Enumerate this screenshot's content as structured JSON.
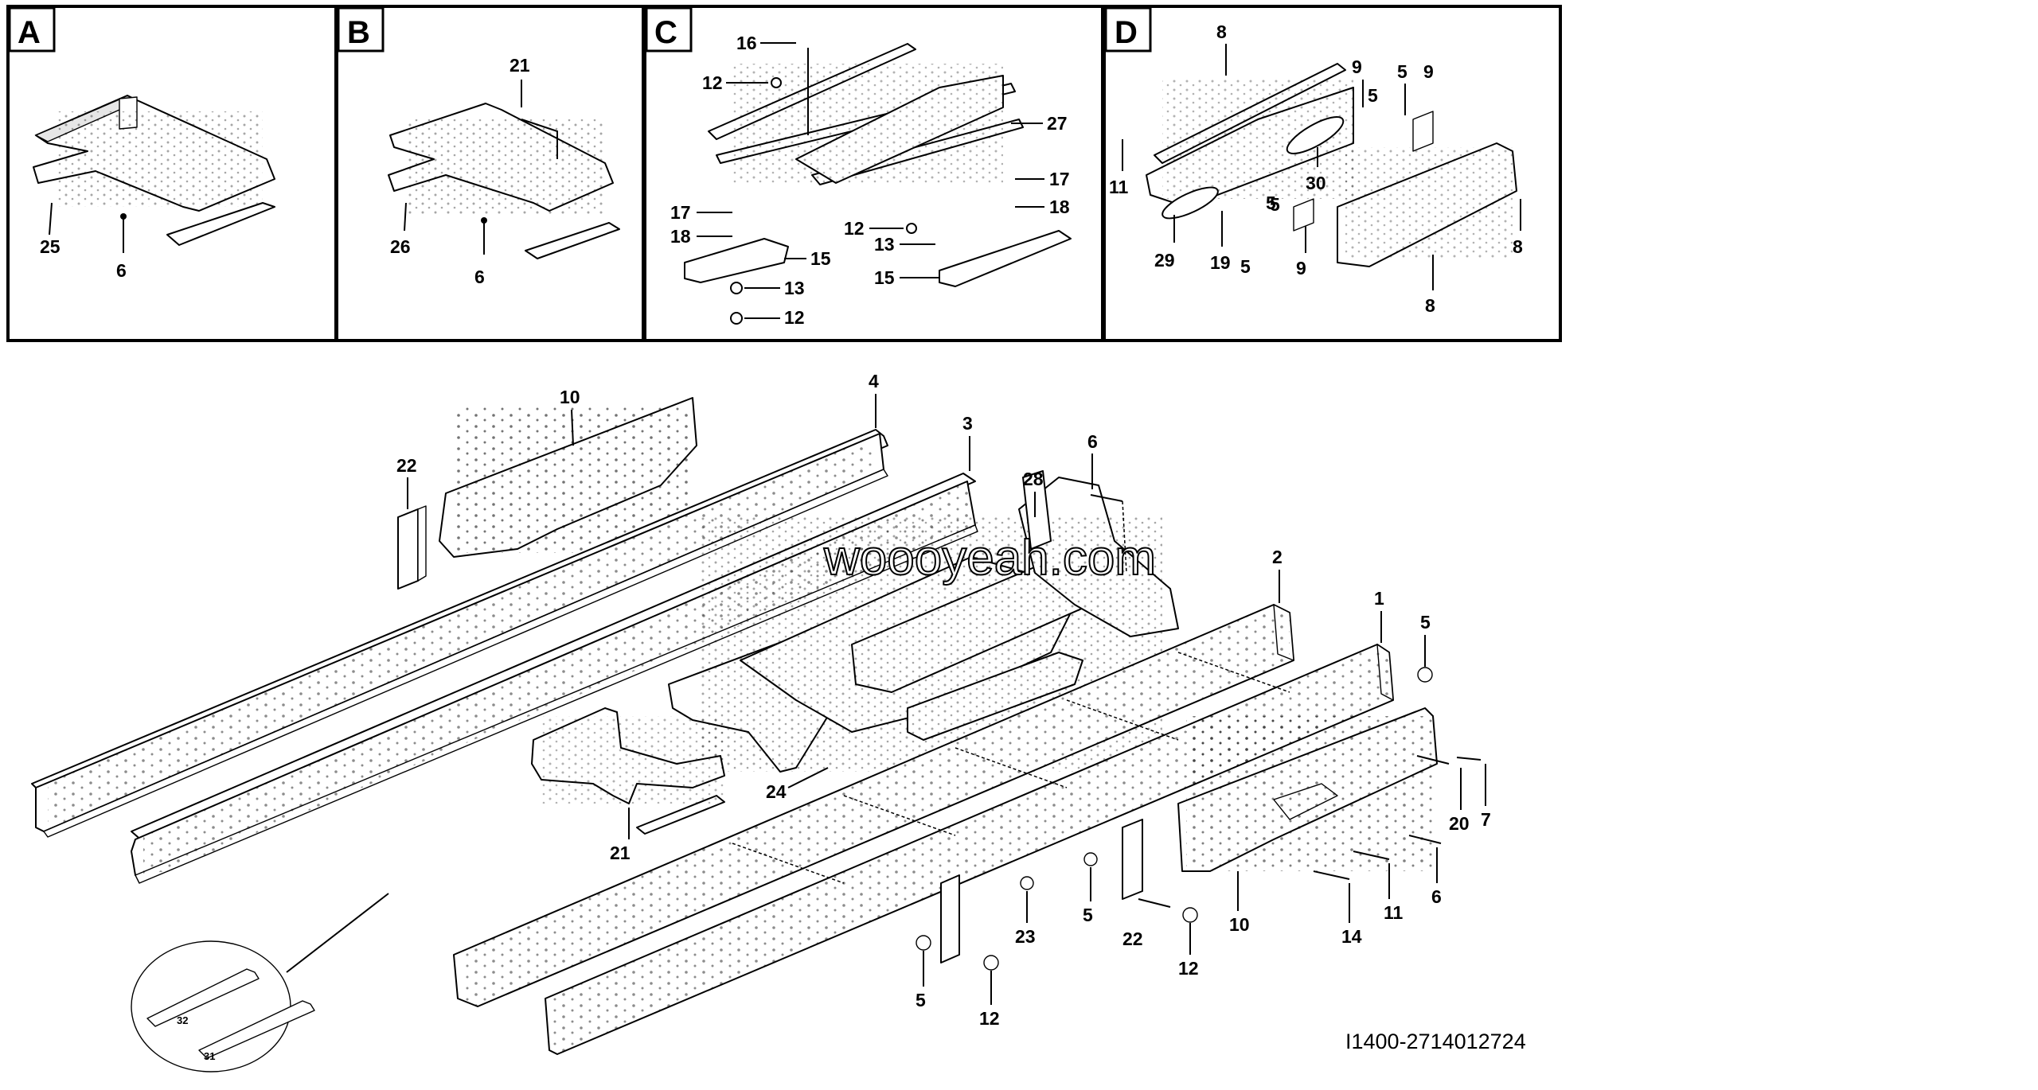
{
  "diagram": {
    "panels": [
      {
        "letter": "A",
        "callouts": [
          "25",
          "6"
        ]
      },
      {
        "letter": "B",
        "callouts": [
          "21",
          "26",
          "6"
        ]
      },
      {
        "letter": "C",
        "callouts": [
          "16",
          "12",
          "27",
          "17",
          "18",
          "15",
          "13",
          "12",
          "17",
          "18",
          "12",
          "13",
          "15"
        ]
      },
      {
        "letter": "D",
        "callouts": [
          "8",
          "9",
          "5",
          "9",
          "5",
          "11",
          "30",
          "5",
          "8",
          "29",
          "19",
          "5",
          "9",
          "8",
          "5"
        ]
      }
    ],
    "main_callouts": [
      "10",
      "4",
      "3",
      "22",
      "6",
      "28",
      "2",
      "1",
      "5",
      "24",
      "21",
      "20",
      "7",
      "6",
      "11",
      "10",
      "14",
      "22",
      "12",
      "23",
      "5",
      "5",
      "12"
    ],
    "inset_callouts": [
      "32",
      "31"
    ],
    "watermark": "woooyeah.com",
    "document_id": "I1400-2714012724"
  }
}
